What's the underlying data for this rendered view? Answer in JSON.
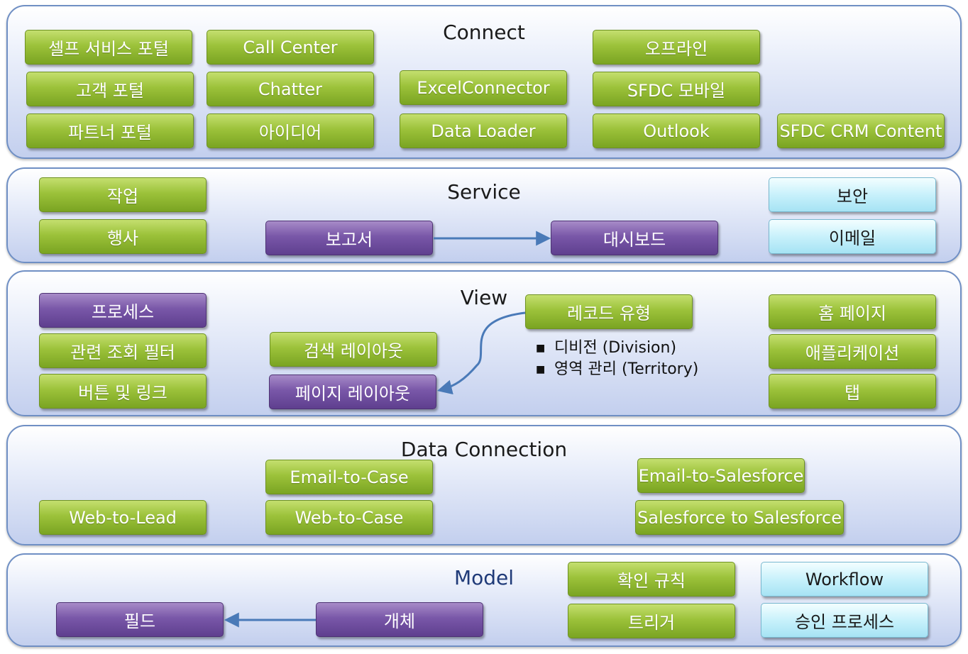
{
  "layers": {
    "connect": {
      "title": "Connect",
      "buttons": [
        "셀프 서비스 포털",
        "Call Center",
        "오프라인",
        "고객 포털",
        "Chatter",
        "ExcelConnector",
        "SFDC 모바일",
        "파트너 포털",
        "아이디어",
        "Data Loader",
        "Outlook",
        "SFDC CRM Content"
      ]
    },
    "service": {
      "title": "Service",
      "buttons": [
        "작업",
        "행사",
        "보고서",
        "대시보드",
        "보안",
        "이메일"
      ]
    },
    "view": {
      "title": "View",
      "buttons": [
        "프로세스",
        "관련 조회 필터",
        "버튼 및 링크",
        "검색 레이아웃",
        "페이지 레이아웃",
        "레코드 유형",
        "홈 페이지",
        "애플리케이션",
        "탭"
      ],
      "bullets": [
        "디비전 (Division)",
        "영역 관리 (Territory)"
      ]
    },
    "data_connection": {
      "title": "Data Connection",
      "buttons": [
        "Email-to-Case",
        "Web-to-Lead",
        "Web-to-Case",
        "Email-to-Salesforce",
        "Salesforce to Salesforce"
      ]
    },
    "model": {
      "title": "Model",
      "buttons": [
        "확인 규칙",
        "Workflow",
        "필드",
        "개체",
        "트리거",
        "승인 프로세스"
      ]
    }
  },
  "colors": {
    "green_box": "#9cc23a",
    "purple_box": "#7957a8",
    "cyan_box": "#c8f1fb",
    "layer_border": "#6f8fc4",
    "model_title": "#1f3a78",
    "arrow": "#4a7ab8"
  }
}
